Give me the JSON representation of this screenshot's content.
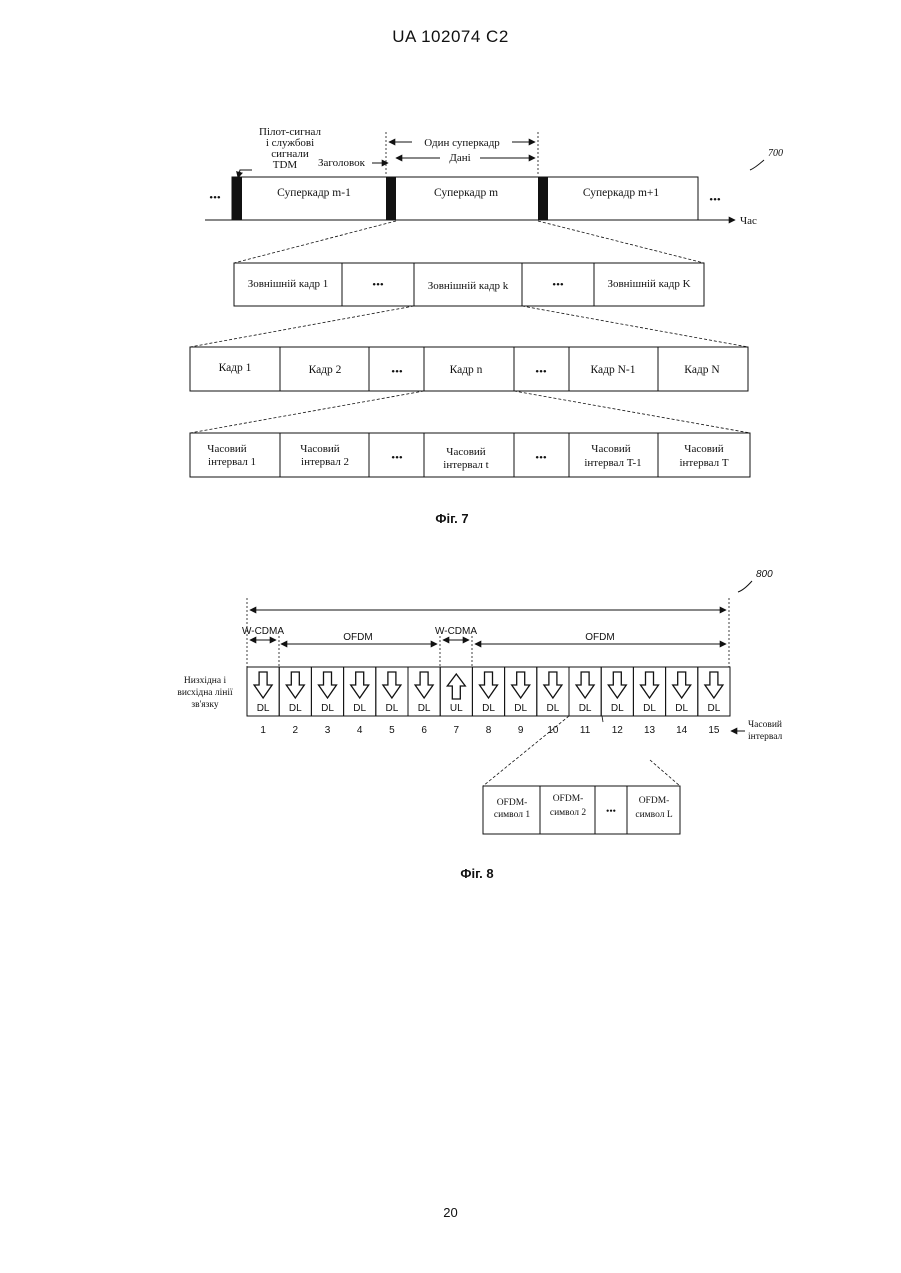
{
  "header": {
    "doc_number": "UA   102074   C2"
  },
  "page_number": "20",
  "fig7": {
    "ref": "700",
    "caption": "Фіг. 7",
    "labels": {
      "pilot_l1": "Пілот-сигнал",
      "pilot_l2": "і службові",
      "pilot_l3": "сигнали",
      "pilot_l4": "TDM",
      "header": "Заголовок",
      "one_superframe": "Один суперкадр",
      "data": "Дані",
      "time": "Час"
    },
    "superframes": [
      "Суперкадр m-1",
      "Суперкадр m",
      "Суперкадр m+1"
    ],
    "ellipsis": "•••",
    "outer_frames": [
      "Зовнішній кадр 1",
      "Зовнішній кадр k",
      "Зовнішній кадр K"
    ],
    "frames": [
      "Кадр 1",
      "Кадр 2",
      "Кадр n",
      "Кадр N-1",
      "Кадр N"
    ],
    "slots": [
      [
        "Часовий",
        "інтервал 1"
      ],
      [
        "Часовий",
        "інтервал 2"
      ],
      [
        "Часовий",
        "інтервал t"
      ],
      [
        "Часовий",
        "інтервал T-1"
      ],
      [
        "Часовий",
        "інтервал T"
      ]
    ]
  },
  "fig8": {
    "ref": "800",
    "caption": "Фіг. 8",
    "wcdma": "W-CDMA",
    "ofdm": "OFDM",
    "row_label": [
      "Низхідна і",
      "висхідна лінії",
      "зв'язку"
    ],
    "slot_label": [
      "Часовий",
      "інтервал"
    ],
    "slots": [
      {
        "n": "1",
        "dir": "DL"
      },
      {
        "n": "2",
        "dir": "DL"
      },
      {
        "n": "3",
        "dir": "DL"
      },
      {
        "n": "4",
        "dir": "DL"
      },
      {
        "n": "5",
        "dir": "DL"
      },
      {
        "n": "6",
        "dir": "DL"
      },
      {
        "n": "7",
        "dir": "UL"
      },
      {
        "n": "8",
        "dir": "DL"
      },
      {
        "n": "9",
        "dir": "DL"
      },
      {
        "n": "10",
        "dir": "DL"
      },
      {
        "n": "11",
        "dir": "DL"
      },
      {
        "n": "12",
        "dir": "DL"
      },
      {
        "n": "13",
        "dir": "DL"
      },
      {
        "n": "14",
        "dir": "DL"
      },
      {
        "n": "15",
        "dir": "DL"
      }
    ],
    "symbols": [
      [
        "OFDM-",
        "символ 1"
      ],
      [
        "OFDM-",
        "символ 2"
      ],
      [
        "OFDM-",
        "символ L"
      ]
    ],
    "ellipsis": "•••"
  }
}
